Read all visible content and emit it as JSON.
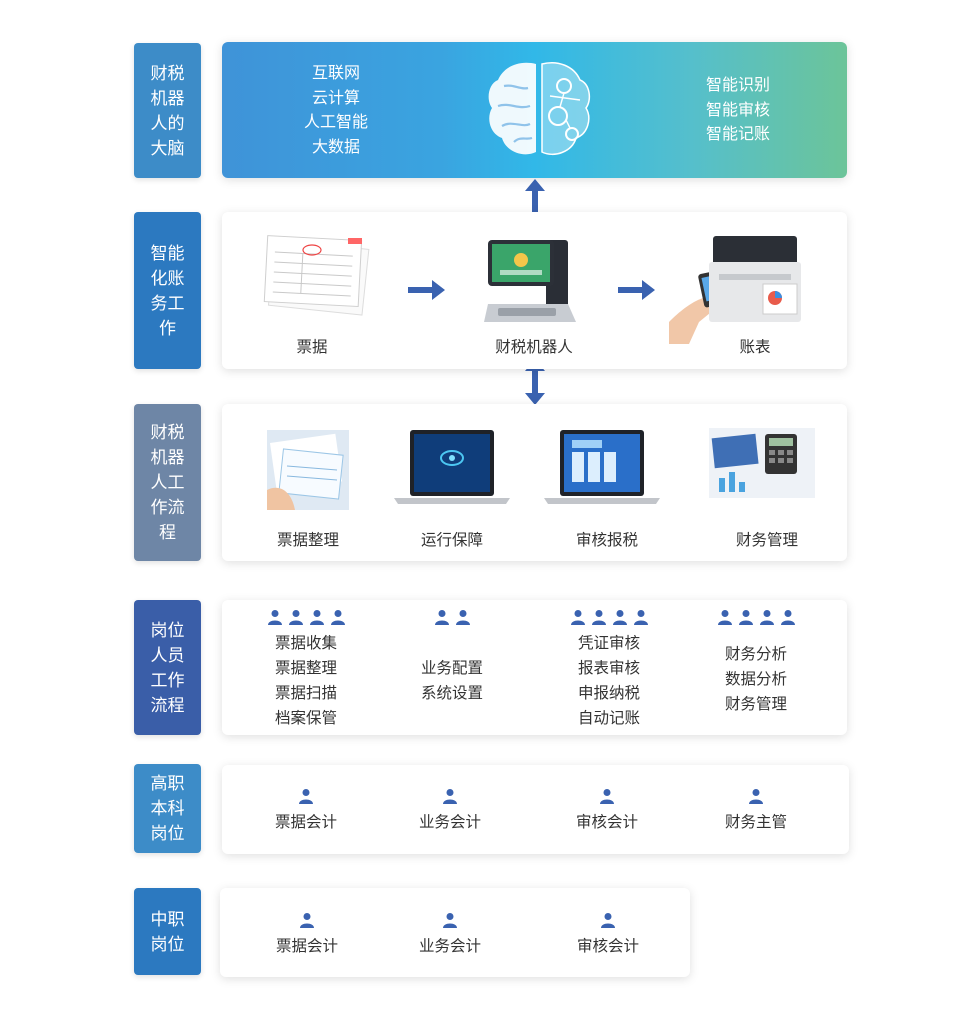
{
  "rows": {
    "brain": {
      "label": "财税机器人的大脑",
      "left_items": [
        "互联网",
        "云计算",
        "人工智能",
        "大数据"
      ],
      "right_items": [
        "智能识别",
        "智能审核",
        "智能记账"
      ],
      "icon": "brain-icon"
    },
    "smart": {
      "label": "智能化账务工作",
      "steps": [
        "票据",
        "财税机器人",
        "账表"
      ]
    },
    "flow": {
      "label": "财税机器人工作流程",
      "items": [
        "票据整理",
        "运行保障",
        "审核报税",
        "财务管理"
      ]
    },
    "roles": {
      "label": "岗位人员工作流程",
      "columns": [
        {
          "people": 4,
          "tasks": [
            "票据收集",
            "票据整理",
            "票据扫描",
            "档案保管"
          ]
        },
        {
          "people": 2,
          "tasks": [
            "业务配置",
            "系统设置"
          ]
        },
        {
          "people": 4,
          "tasks": [
            "凭证审核",
            "报表审核",
            "申报纳税",
            "自动记账"
          ]
        },
        {
          "people": 4,
          "tasks": [
            "财务分析",
            "数据分析",
            "财务管理"
          ]
        }
      ]
    },
    "senior": {
      "label": "高职本科岗位",
      "positions": [
        "票据会计",
        "业务会计",
        "审核会计",
        "财务主管"
      ]
    },
    "junior": {
      "label": "中职岗位",
      "positions": [
        "票据会计",
        "业务会计",
        "审核会计"
      ]
    }
  },
  "colors": {
    "label_light": "#3d8cc8",
    "label_blue": "#2c79c0",
    "label_gray": "#6e86a6",
    "label_dark": "#3a5ea8",
    "accent": "#3a62b0"
  }
}
